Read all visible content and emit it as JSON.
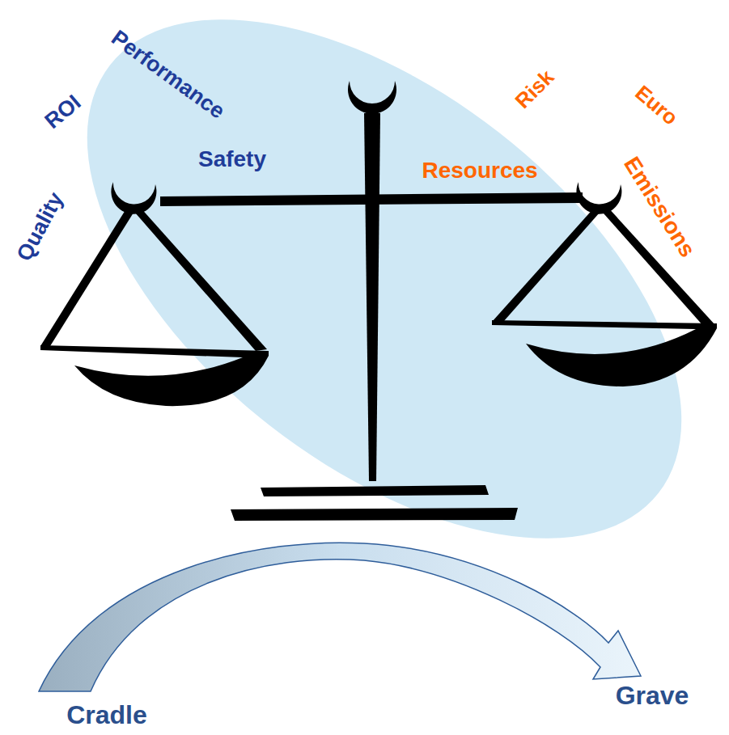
{
  "diagram": {
    "labels": [
      "Performance",
      "ROI",
      "Safety",
      "Risk",
      "Euro",
      "Quality",
      "Resources",
      "Emissions",
      "Cradle",
      "Grave"
    ]
  }
}
